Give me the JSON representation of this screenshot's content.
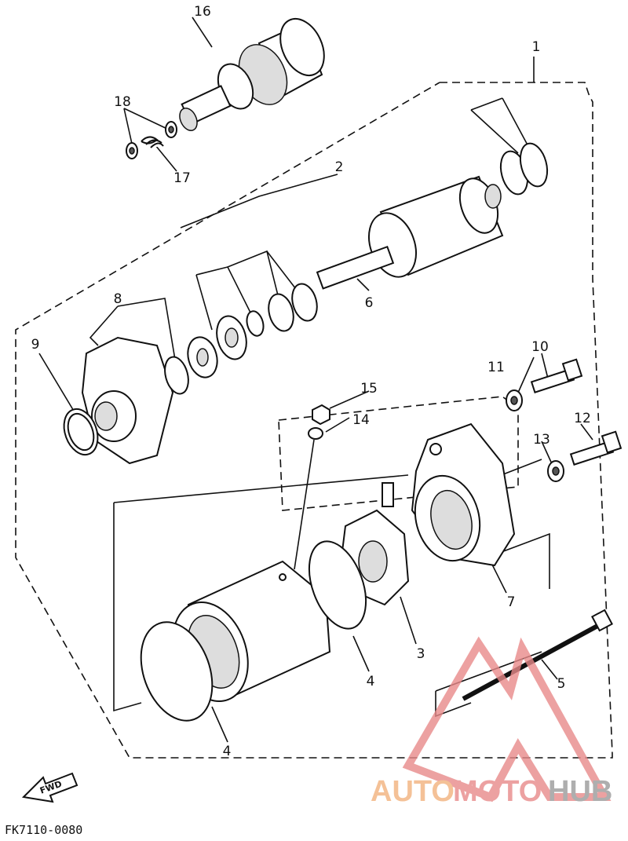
{
  "labels": {
    "p1": "1",
    "p2": "2",
    "p3": "3",
    "p4a": "4",
    "p4b": "4",
    "p5": "5",
    "p6": "6",
    "p7": "7",
    "p8": "8",
    "p9": "9",
    "p10": "10",
    "p11": "11",
    "p12": "12",
    "p13": "13",
    "p14": "14",
    "p15": "15",
    "p16": "16",
    "p17": "17",
    "p18": "18"
  },
  "fwd_label": "FWD",
  "diagram_code": "FK7110-0080",
  "watermark": {
    "part1": "AUTO",
    "part2": "MOTO",
    "part3": "HUB",
    "logo_color": "#e88a8a",
    "auto_color": "#f2b27e",
    "hub_color": "#9a9a9a"
  }
}
